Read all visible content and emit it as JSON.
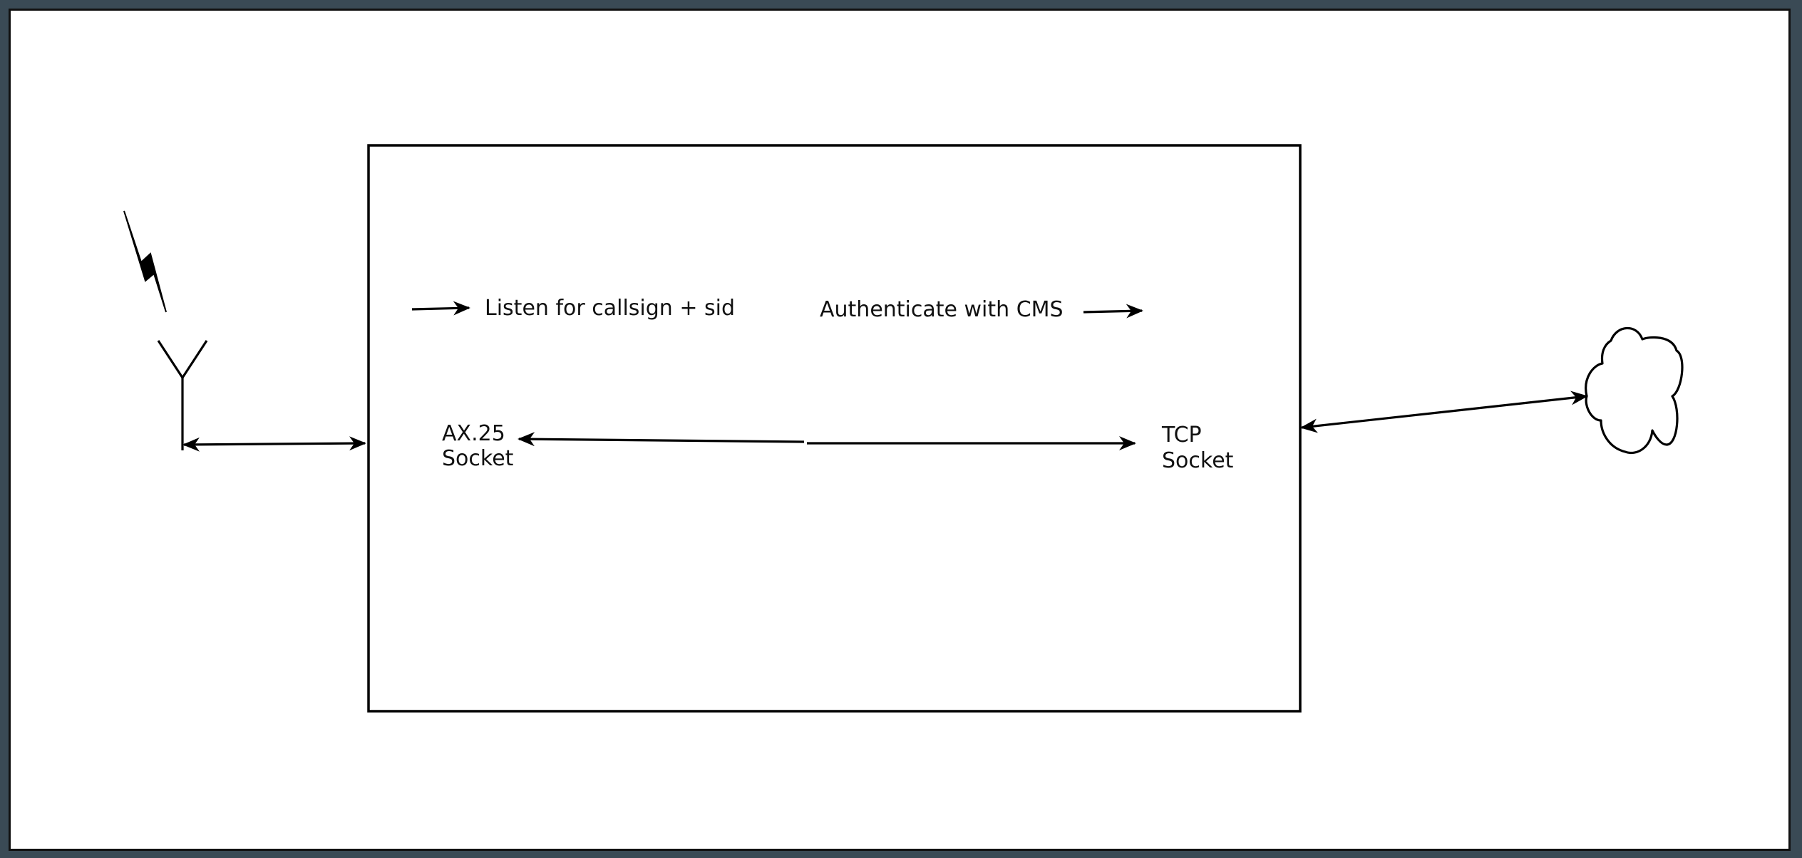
{
  "labels": {
    "listen": "Listen for callsign + sid",
    "authenticate": "Authenticate with CMS",
    "ax25_line1": "AX.25",
    "ax25_line2": "Socket",
    "tcp_line1": "TCP",
    "tcp_line2": "Socket"
  },
  "icons": {
    "lightning": "lightning-bolt-icon",
    "antenna": "antenna-icon",
    "cloud": "cloud-icon"
  },
  "colors": {
    "stroke": "#000000",
    "background": "#ffffff",
    "frame": "#3a4a55"
  }
}
